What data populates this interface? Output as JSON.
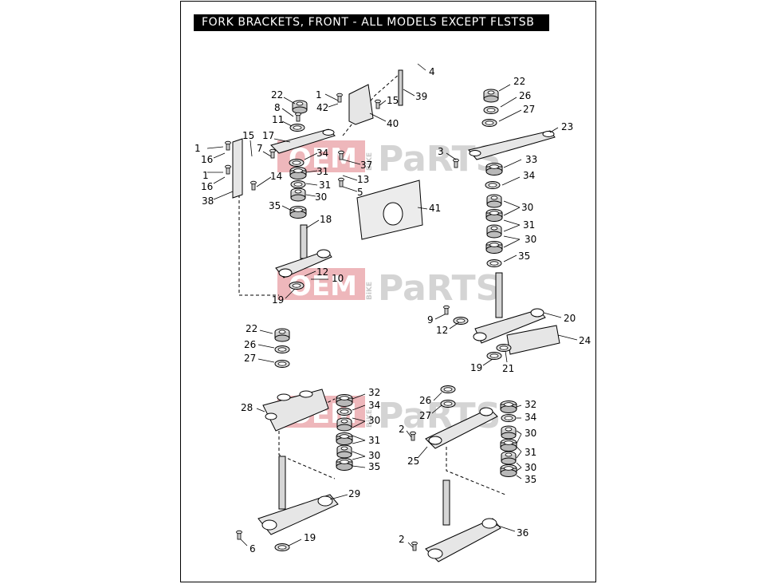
{
  "title": "FORK BRACKETS, FRONT - ALL MODELS EXCEPT FLSTSB",
  "watermark": {
    "left": "OEM",
    "middle": "BiKE",
    "right": "PaRTS"
  },
  "colors": {
    "ink": "#000000",
    "part_fill": "#e6e6e6",
    "part_dark": "#bdbdbd",
    "watermark_red": "#e07c84",
    "watermark_gray": "#d4d4d4"
  },
  "callouts": {
    "c1a": "1",
    "c1b": "1",
    "c1c": "1",
    "c2a": "2",
    "c2b": "2",
    "c3": "3",
    "c4": "4",
    "c5": "5",
    "c6": "6",
    "c7": "7",
    "c8": "8",
    "c9": "9",
    "c10": "10",
    "c11": "11",
    "c12a": "12",
    "c12b": "12",
    "c13": "13",
    "c14": "14",
    "c15a": "15",
    "c15b": "15",
    "c16a": "16",
    "c16b": "16",
    "c17": "17",
    "c18": "18",
    "c19a": "19",
    "c19b": "19",
    "c19c": "19",
    "c20": "20",
    "c21": "21",
    "c22a": "22",
    "c22b": "22",
    "c22c": "22",
    "c23": "23",
    "c24": "24",
    "c25": "25",
    "c26a": "26",
    "c26b": "26",
    "c26c": "26",
    "c27a": "27",
    "c27b": "27",
    "c27c": "27",
    "c28": "28",
    "c29": "29",
    "c30a": "30",
    "c30b": "30",
    "c30c": "30",
    "c30d": "30",
    "c30e": "30",
    "c30f": "30",
    "c30g": "30",
    "c31a": "31",
    "c31b": "31",
    "c31c": "31",
    "c31d": "31",
    "c31e": "31",
    "c32a": "32",
    "c32b": "32",
    "c33": "33",
    "c34a": "34",
    "c34b": "34",
    "c34c": "34",
    "c34d": "34",
    "c35a": "35",
    "c35b": "35",
    "c35c": "35",
    "c35d": "35",
    "c36": "36",
    "c37": "37",
    "c38": "38",
    "c39": "39",
    "c40": "40",
    "c41": "41",
    "c42": "42"
  }
}
